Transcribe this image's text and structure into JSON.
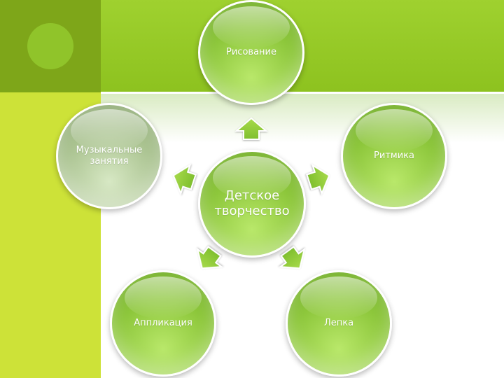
{
  "colors": {
    "top_band": "#8dc21f",
    "top_left_block": "#7ea619",
    "left_band": "#cde238",
    "node_green": "#8cc63a",
    "node_grey": "#a9c28f"
  },
  "diagram": {
    "center": {
      "label_line1": "Детское",
      "label_line2": "творчество"
    },
    "nodes": {
      "risovanie": {
        "label": "Рисование"
      },
      "ritmika": {
        "label": "Ритмика"
      },
      "lepka": {
        "label": "Лепка"
      },
      "applikaciya": {
        "label": "Аппликация"
      },
      "muzykalnye": {
        "label_line1": "Музыкальные",
        "label_line2": "занятия"
      }
    }
  }
}
